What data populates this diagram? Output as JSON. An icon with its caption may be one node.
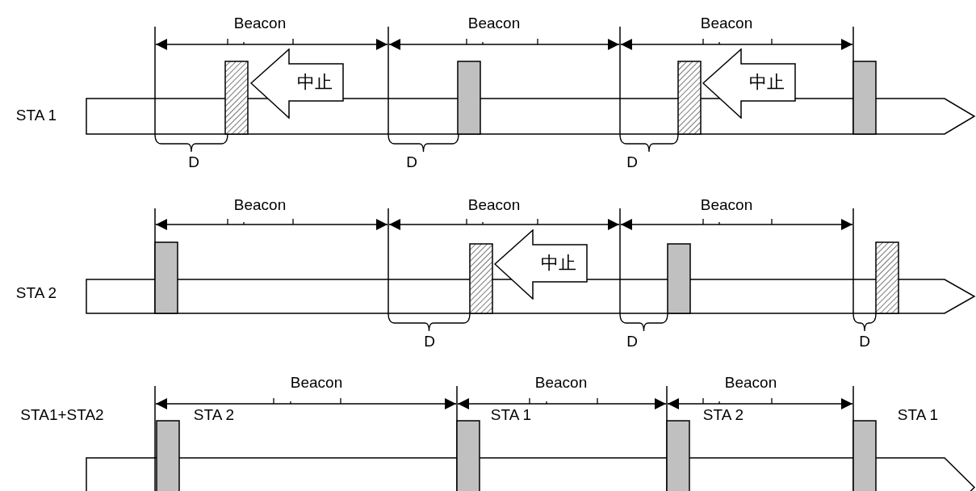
{
  "diagram": {
    "nodes": [
      {
        "text": [],
        "shape": "bar",
        "beside": [
          "STA 1"
        ]
      },
      {
        "text": [
          "中止"
        ]
      },
      {
        "text": [
          "中止"
        ]
      },
      {
        "text": [],
        "shape": "bar",
        "beside": [
          "STA 2"
        ]
      },
      {
        "text": [
          "中止"
        ]
      },
      {
        "text": [],
        "shape": "bar",
        "beside": [
          "STA1+STA2"
        ]
      }
    ],
    "labels": [
      "Beacon",
      "Beacon",
      "Beacon",
      "D",
      "D",
      "D",
      "Beacon",
      "Beacon",
      "Beacon",
      "D",
      "D",
      "D",
      "Beacon",
      "Beacon",
      "Beacon",
      "STA 2",
      "STA 1",
      "STA 2",
      "STA 1"
    ]
  }
}
